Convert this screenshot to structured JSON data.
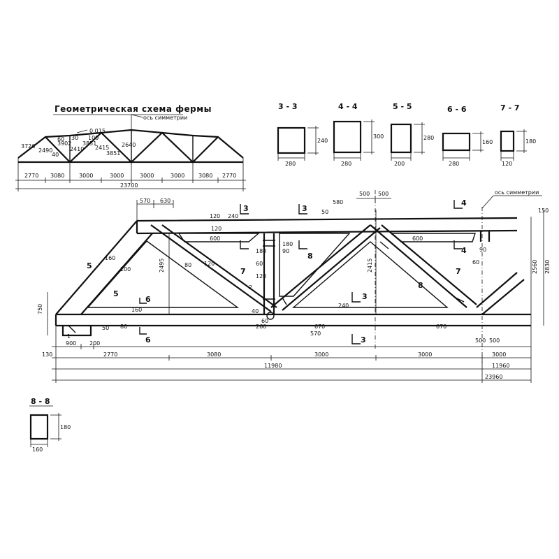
{
  "scheme": {
    "title": "Геометрическая схема фермы",
    "axis_label": "ось симметрии",
    "bottom_dims": [
      "2770",
      "3080",
      "3000",
      "3000",
      "3000",
      "3000",
      "3080",
      "2770"
    ],
    "total": "23700",
    "heights": [
      "3726",
      "2490",
      "3902",
      "2410",
      "3851",
      "2415",
      "3851",
      "2640"
    ],
    "slope": "0,015",
    "small": [
      "40",
      "60",
      "30",
      "100"
    ]
  },
  "sections": [
    {
      "label": "3 - 3",
      "width": "280",
      "height": "240"
    },
    {
      "label": "4 - 4",
      "width": "280",
      "height": "300"
    },
    {
      "label": "5 - 5",
      "width": "200",
      "height": "280"
    },
    {
      "label": "6 - 6",
      "width": "280",
      "height": "160"
    },
    {
      "label": "7 - 7",
      "width": "120",
      "height": "180"
    },
    {
      "label": "8 - 8",
      "width": "160",
      "height": "180"
    }
  ],
  "main": {
    "axis_label": "ось симметрии",
    "top_dims": [
      "570",
      "630",
      "500",
      "500"
    ],
    "bottom_chain": [
      "900",
      "200",
      "2770",
      "3080",
      "3000",
      "3000"
    ],
    "half_span": "11980",
    "right_half": "11960",
    "right_panel": "3000",
    "overall": "23960",
    "left_margin": "130",
    "heights": [
      "2495",
      "2415",
      "2560",
      "2830"
    ],
    "end_height": "750",
    "web_marks": [
      "120",
      "240",
      "150",
      "600",
      "120",
      "240",
      "180",
      "60",
      "90",
      "120",
      "600",
      "180",
      "580",
      "50",
      "80",
      "160",
      "120",
      "50",
      "80",
      "100",
      "160",
      "90",
      "60",
      "570",
      "260",
      "500",
      "500",
      "40",
      "60",
      "1",
      "2",
      "3",
      "3",
      "3",
      "3",
      "4",
      "4",
      "5",
      "5",
      "6",
      "6",
      "7",
      "7",
      "8",
      "8",
      "670",
      "670"
    ]
  }
}
